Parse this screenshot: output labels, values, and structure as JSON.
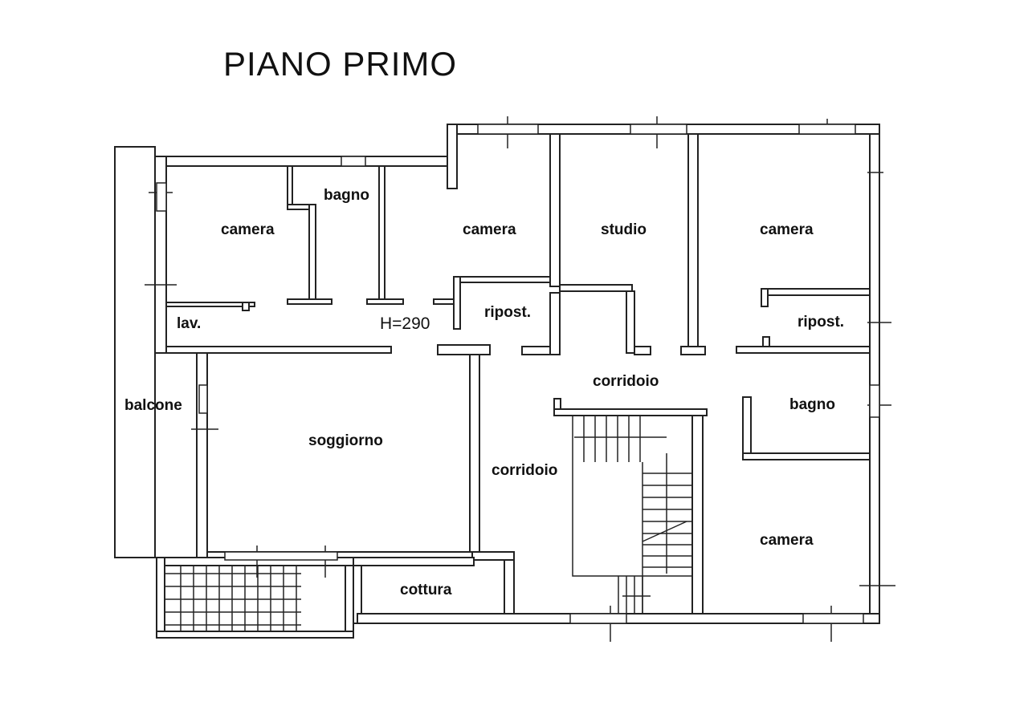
{
  "title": "PIANO PRIMO",
  "rooms": {
    "camera_1": "camera",
    "bagno_1": "bagno",
    "camera_2": "camera",
    "studio": "studio",
    "camera_3": "camera",
    "lav": "lav.",
    "height_note": "H=290",
    "ripost_1": "ripost.",
    "ripost_2": "ripost.",
    "corridoio_1": "corridoio",
    "balcone": "balcone",
    "bagno_2": "bagno",
    "soggiorno": "soggiorno",
    "corridoio_2": "corridoio",
    "camera_4": "camera",
    "cottura": "cottura"
  }
}
